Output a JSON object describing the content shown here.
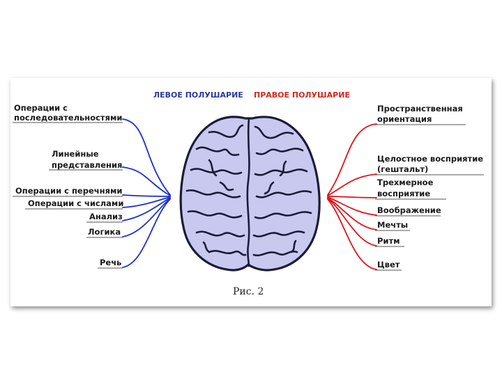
{
  "headers": {
    "left": "ЛЕВОЕ ПОЛУШАРИЕ",
    "right": "ПРАВОЕ ПОЛУШАРИЕ",
    "left_color": "#2a3a9c",
    "right_color": "#d4281f"
  },
  "left_labels": {
    "seq_1": "Операции с",
    "seq_2": "последовательностями",
    "lin_1": "Линейные",
    "lin_2": "представления",
    "lists": "Операции с перечнями",
    "numbers": "Операции с числами",
    "analysis": "Анализ",
    "logic": "Логика",
    "speech": "Речь"
  },
  "right_labels": {
    "spatial_1": "Пространственная",
    "spatial_2": "ориентация",
    "holistic_1": "Целостное восприятие",
    "holistic_2": "(гештальт)",
    "three_d_1": "Трехмерное",
    "three_d_2": "восприятие",
    "imagination": "Воображение",
    "dreams": "Мечты",
    "rhythm": "Ритм",
    "color": "Цвет"
  },
  "caption": "Рис. 2",
  "colors": {
    "brain_fill": "#c9c9ef",
    "brain_outline": "#1b1b3a",
    "left_lines": "#1a2fd0",
    "right_lines": "#e0141b"
  }
}
